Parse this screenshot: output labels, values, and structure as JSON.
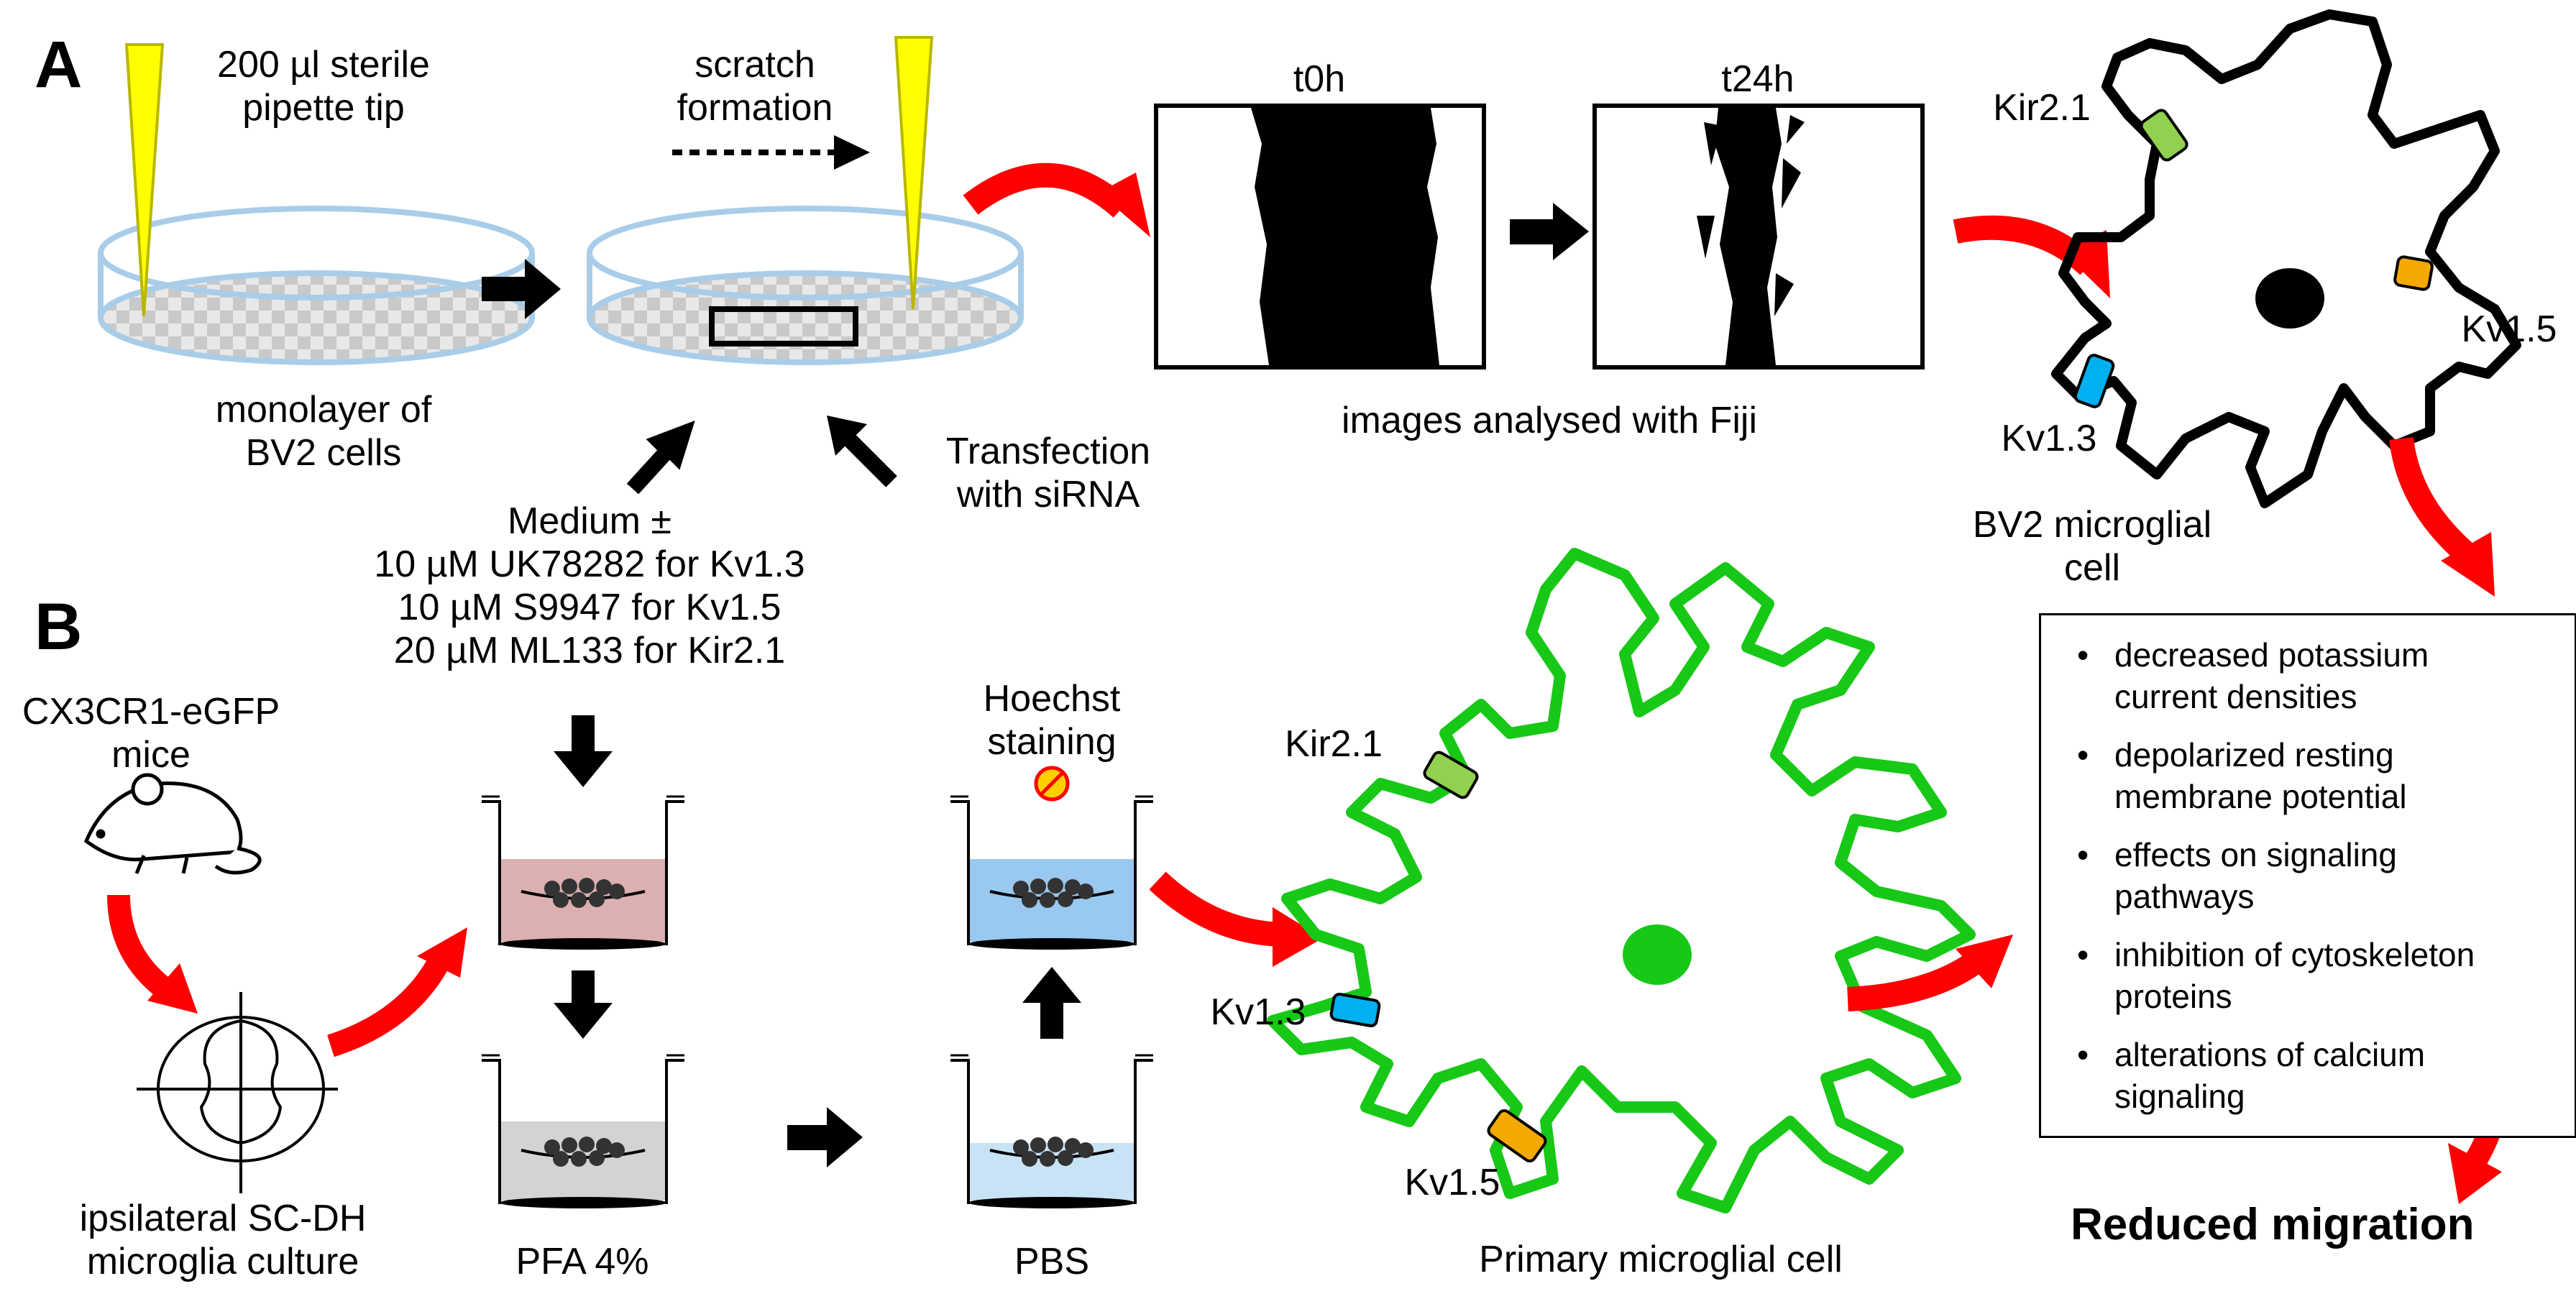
{
  "panel_labels": {
    "a": "A",
    "b": "B"
  },
  "panel_a": {
    "pipette_label": "200 µl sterile\npipette tip",
    "monolayer_label": "monolayer of\nBV2 cells",
    "scratch_label": "scratch\nformation",
    "medium_label": "Medium ±\n10 µM UK78282 for Kv1.3\n10 µM S9947 for Kv1.5\n20 µM ML133 for Kir2.1",
    "transfection_label": "Transfection\nwith siRNA",
    "image_t0": "t0h",
    "image_t24": "t24h",
    "images_caption": "images analysed with Fiji",
    "cell_channels": {
      "kir21": "Kir2.1",
      "kv15": "Kv1.5",
      "kv13": "Kv1.3"
    },
    "cell_label": "BV2 microglial\ncell"
  },
  "panel_b": {
    "mouse_label": "CX3CR1-eGFP\nmice",
    "culture_label": "ipsilateral SC-DH\nmicroglia culture",
    "pfa_label": "PFA 4%",
    "pbs_label": "PBS",
    "hoechst_label": "Hoechst\nstaining",
    "cell_channels": {
      "kir21": "Kir2.1",
      "kv13": "Kv1.3",
      "kv15": "Kv1.5"
    },
    "cell_label": "Primary microglial cell"
  },
  "effects": [
    "decreased potassium current densities",
    "depolarized resting membrane potential",
    "effects on signaling pathways",
    "inhibition of cytoskeleton proteins",
    "alterations of calcium signaling"
  ],
  "result": "Reduced migration",
  "colors": {
    "red_arrow": "#ff0000",
    "pipette": "#ffff00",
    "dish_outline": "#a9cde8",
    "pink_medium": "#dcb0b0",
    "blue_pbs": "#99c8f0",
    "light_blue_pbs": "#c8e2f6",
    "gray_pfa": "#d3d3d3",
    "green_cell": "#17c817",
    "kir21_channel": "#92d050",
    "kv15_channel": "#f5a800",
    "kv13_channel": "#00b0f0"
  }
}
